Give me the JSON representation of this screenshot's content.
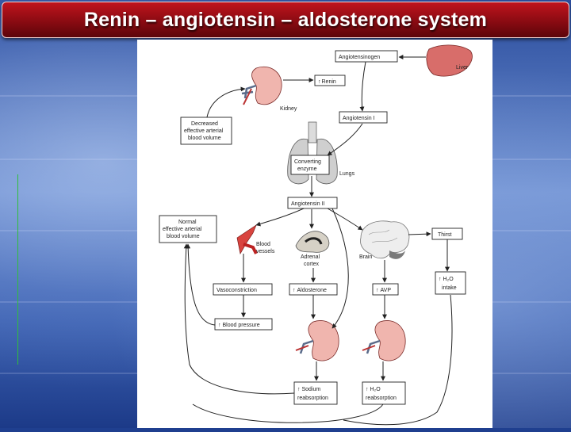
{
  "slide": {
    "title": "Renin – angiotensin – aldosterone system"
  },
  "diagram": {
    "boxes": {
      "angiotensinogen": "Angiotensinogen",
      "renin": "Renin",
      "angiotensin_i": "Angiotensin I",
      "decreased_line1": "Decreased",
      "decreased_line2": "effective arterial",
      "decreased_line3": "blood volume",
      "converting_line1": "Converting",
      "converting_line2": "enzyme",
      "angiotensin_ii": "Angiotensin II",
      "normal_line1": "Normal",
      "normal_line2": "effective arterial",
      "normal_line3": "blood volume",
      "thirst": "Thirst",
      "vasoconstriction": "Vasoconstriction",
      "aldosterone": "Aldosterone",
      "avp": "AVP",
      "h2o_intake_line1": "H₂O",
      "h2o_intake_line2": "intake",
      "blood_pressure": "Blood pressure",
      "sodium_line1": "Sodium",
      "sodium_line2": "reabsorption",
      "h2o_reabs_line1": "H₂O",
      "h2o_reabs_line2": "reabsorption"
    },
    "organs": {
      "liver": "Liver",
      "kidney": "Kidney",
      "lungs": "Lungs",
      "blood_vessels_line1": "Blood",
      "blood_vessels_line2": "vessels",
      "adrenal_line1": "Adrenal",
      "adrenal_line2": "cortex",
      "brain": "Brain"
    },
    "up_arrow_symbol": "↑"
  }
}
